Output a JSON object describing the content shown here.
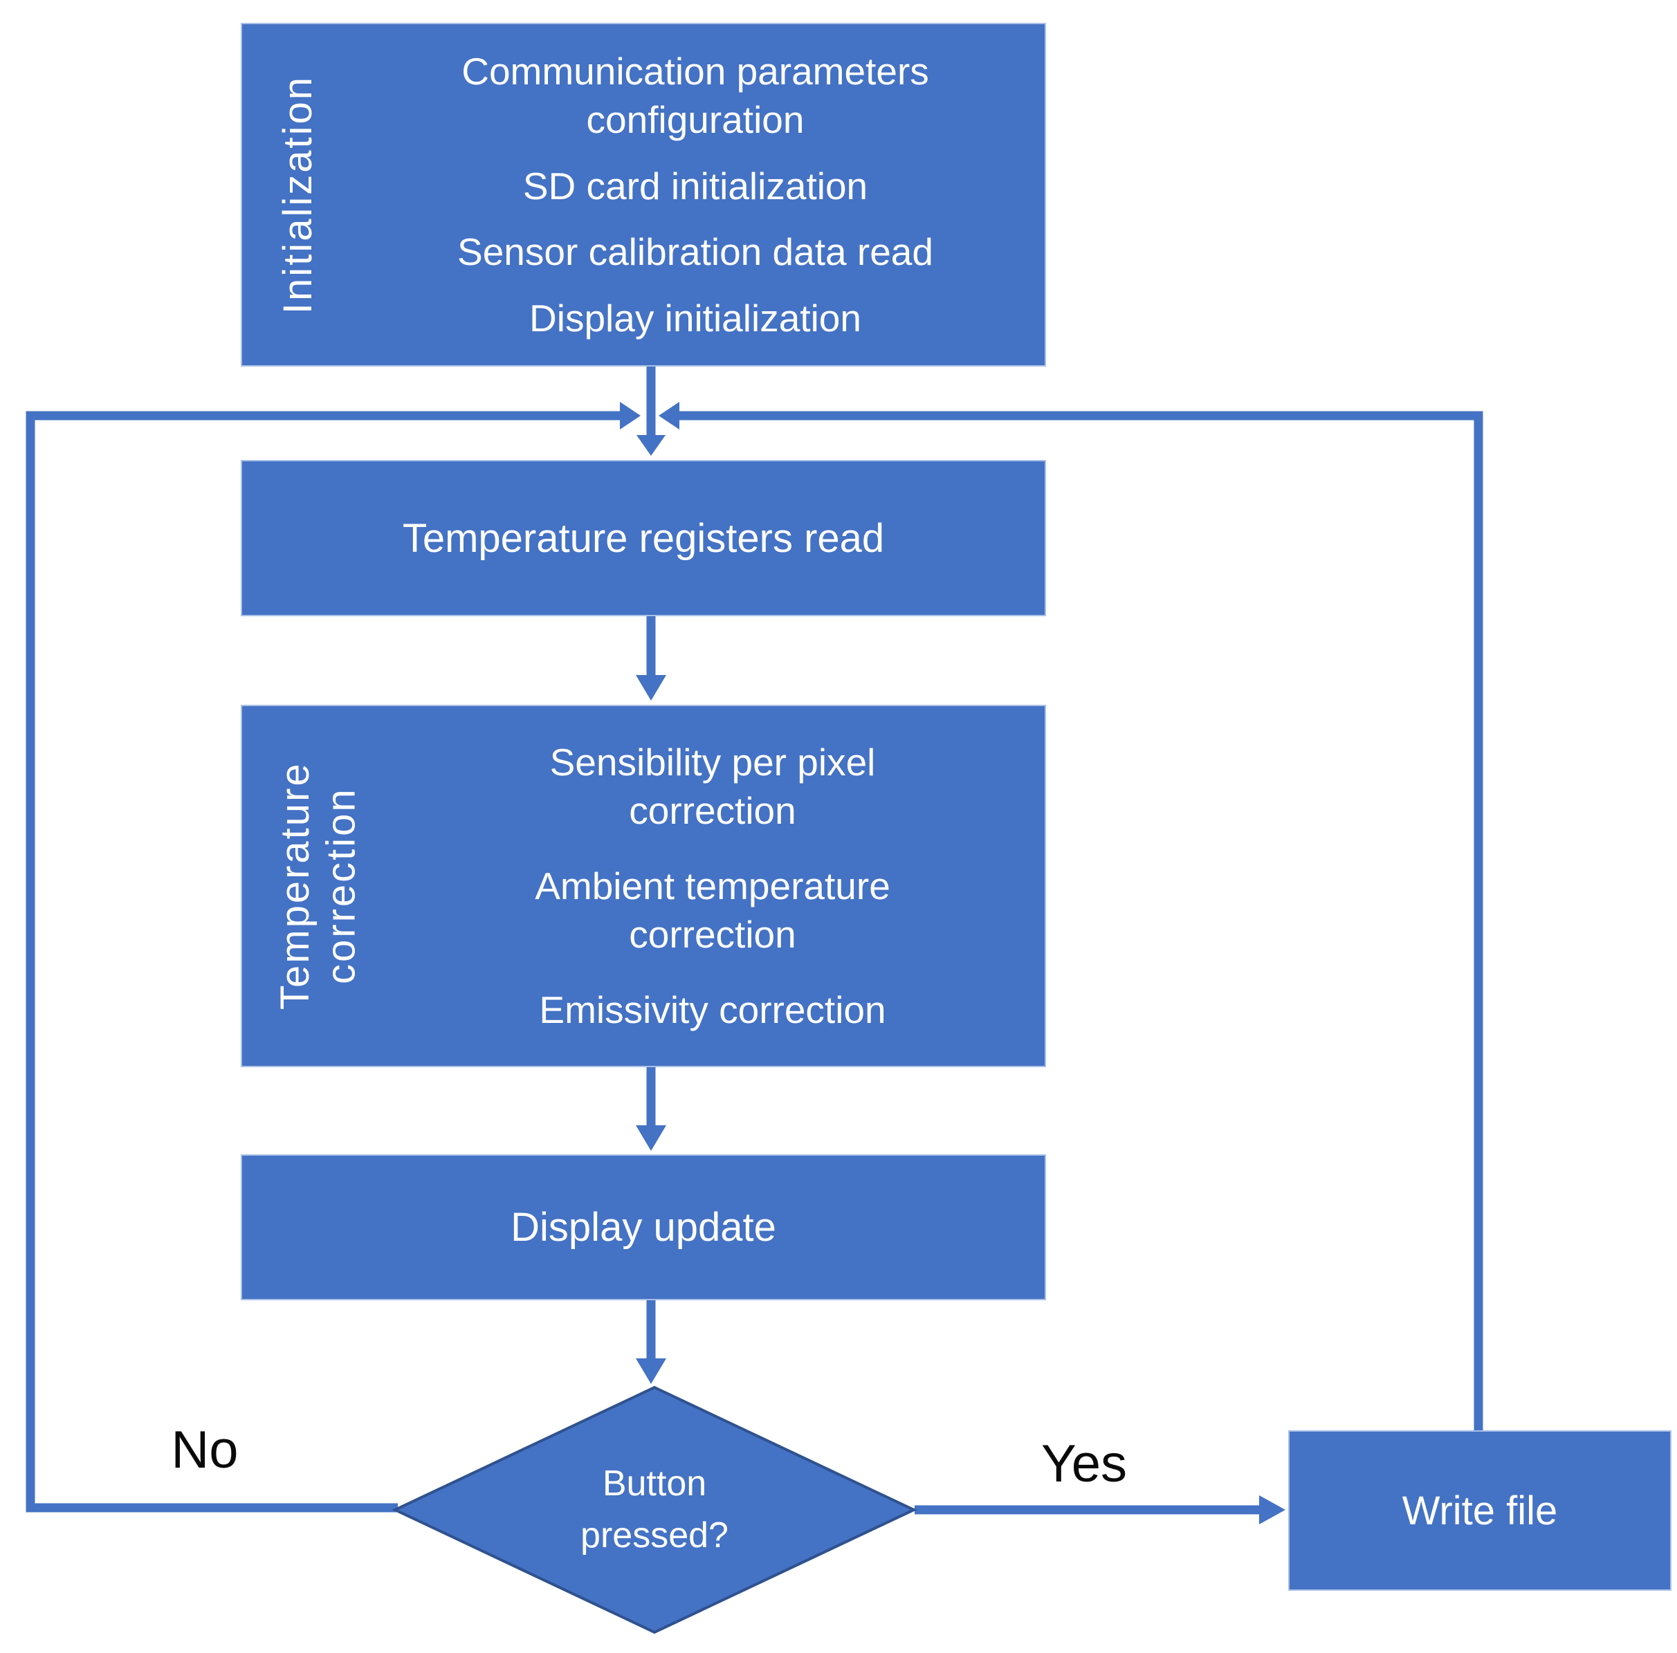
{
  "flowchart": {
    "colors": {
      "shape_fill": "#4472C4",
      "shape_border_light": "#a9c0e8",
      "diamond_border": "#2F528F",
      "connector": "#4472C4",
      "shape_text": "#ffffff",
      "edge_label_text": "#0a0a0a"
    },
    "nodes": {
      "initialization": {
        "side_label": "Initialization",
        "items": [
          "Communication parameters configuration",
          "SD card initialization",
          "Sensor calibration data read",
          "Display initialization"
        ]
      },
      "temperature_registers": {
        "text": "Temperature registers read"
      },
      "temperature_correction": {
        "side_label": "Temperature correction",
        "items": [
          "Sensibility per pixel correction",
          "Ambient temperature correction",
          "Emissivity correction"
        ]
      },
      "display_update": {
        "text": "Display update"
      },
      "write_file": {
        "text": "Write file"
      }
    },
    "decision": {
      "text": "Button pressed?"
    },
    "edge_labels": {
      "no": "No",
      "yes": "Yes"
    }
  }
}
